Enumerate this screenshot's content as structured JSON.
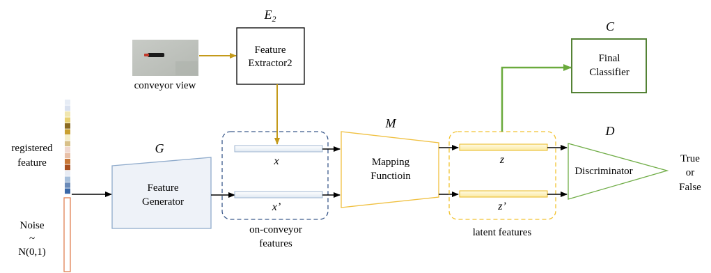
{
  "image_caption": "conveyor view",
  "feature_extractor": {
    "symbol": "E",
    "subscript": "2",
    "line1": "Feature",
    "line2": "Extractor2"
  },
  "final_classifier": {
    "symbol": "C",
    "line1": "Final",
    "line2": "Classifier"
  },
  "generator": {
    "symbol": "G",
    "line1": "Feature",
    "line2": "Generator"
  },
  "mapping": {
    "symbol": "M",
    "line1": "Mapping",
    "line2": "Functioin"
  },
  "discriminator": {
    "symbol": "D",
    "label": "Discriminator"
  },
  "registered_feature": {
    "line1": "registered",
    "line2": "feature"
  },
  "noise": {
    "line1": "Noise",
    "line2": "~",
    "line3": "N(0,1)"
  },
  "on_conveyor": {
    "x": "x",
    "x_prime": "x’",
    "caption_line1": "on-conveyor",
    "caption_line2": "features"
  },
  "latent": {
    "z": "z",
    "z_prime": "z’",
    "caption": "latent features"
  },
  "output": {
    "line1": "True",
    "line2": "or",
    "line3": "False"
  },
  "colors": {
    "extractor_arrow": "#c49a1a",
    "classifier_arrow": "#6aaa3c",
    "classifier_box": "#548235",
    "generator_stroke": "#8eaacb",
    "generator_fill": "#eef2f8",
    "onconveyor_box": "#3c5a8c",
    "mapping_stroke": "#f0c040",
    "latent_box": "#f2c230",
    "latent_bar": "#fff3c0",
    "discriminator_stroke": "#70ad47",
    "noise_stroke": "#e08050"
  },
  "registered_feature_swatches": [
    "#e6ecf5",
    "#d9e1ef",
    "#f0e6b0",
    "#e8d070",
    "#8a6a20",
    "#c9a030",
    "#f5eec8",
    "#d8c088",
    "#f0d8d0",
    "#e8c0a8",
    "#c87838",
    "#a85020",
    "#e8ecf4",
    "#a8c0dc",
    "#6a8ab8",
    "#3a68a8"
  ]
}
